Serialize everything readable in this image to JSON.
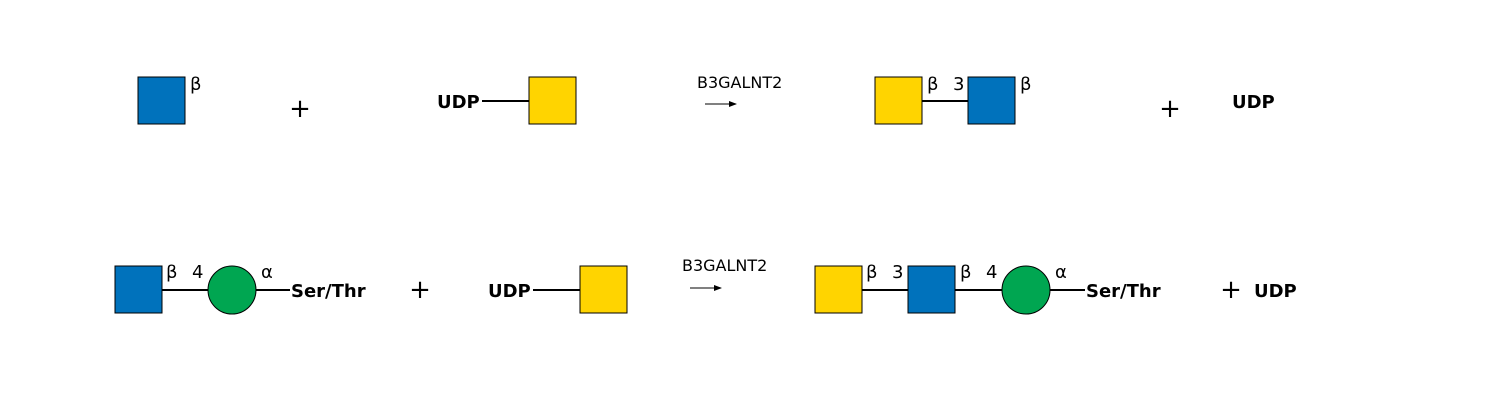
{
  "colors": {
    "glcnac_blue": "#0072BC",
    "galnac_yellow": "#FFD400",
    "mannose_green": "#00A651"
  },
  "reaction1": {
    "substrate_anomer": "β",
    "plus_1": "+",
    "donor_label": "UDP",
    "enzyme": "B3GALNT2",
    "product_link_anomer": "β",
    "product_link_position": "3",
    "product_terminal_anomer": "β",
    "plus_2": "+",
    "byproduct": "UDP"
  },
  "reaction2": {
    "substrate_link_anomer": "β",
    "substrate_link_position": "4",
    "substrate_terminal_anomer": "α",
    "substrate_aglycone": "Ser/Thr",
    "plus_1": "+",
    "donor_label": "UDP",
    "enzyme": "B3GALNT2",
    "product_link1_anomer": "β",
    "product_link1_position": "3",
    "product_link2_anomer": "β",
    "product_link2_position": "4",
    "product_terminal_anomer": "α",
    "product_aglycone": "Ser/Thr",
    "plus_2": "+",
    "byproduct": "UDP"
  }
}
